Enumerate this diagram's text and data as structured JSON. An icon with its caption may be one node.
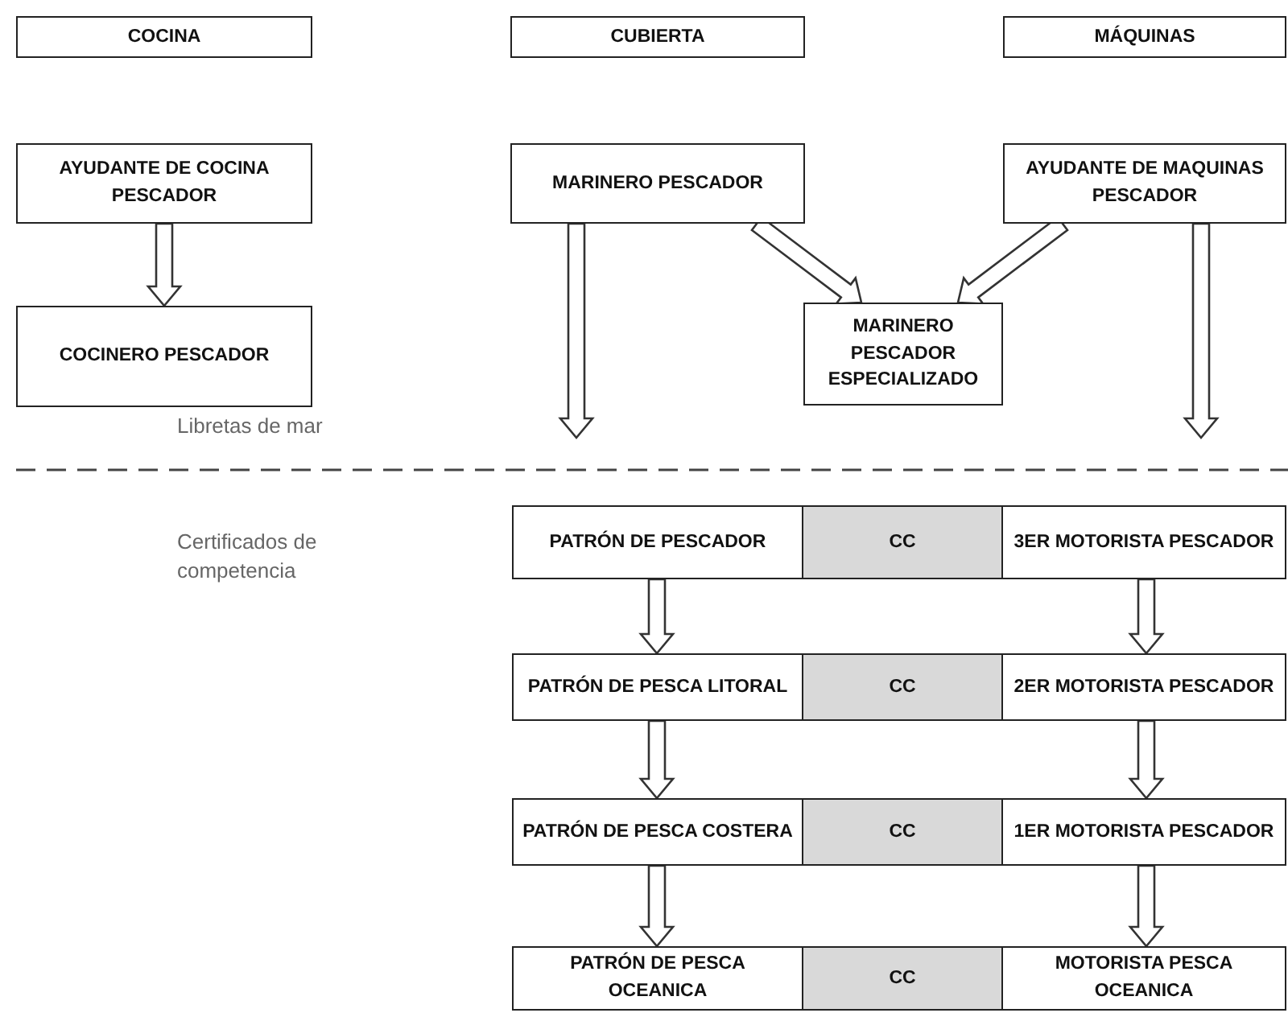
{
  "diagram": {
    "nodes": [
      {
        "text": [
          "COCINA"
        ]
      },
      {
        "text": [
          "CUBIERTA"
        ]
      },
      {
        "text": [
          "MÁQUINAS"
        ]
      },
      {
        "text": [
          "AYUDANTE DE COCINA PESCADOR"
        ]
      },
      {
        "text": [
          "MARINERO PESCADOR"
        ]
      },
      {
        "text": [
          "AYUDANTE DE MAQUINAS PESCADOR"
        ]
      },
      {
        "text": [
          "COCINERO PESCADOR"
        ]
      },
      {
        "text": [
          "MARINERO PESCADOR ESPECIALIZADO"
        ]
      },
      {
        "text": [
          "PATRÓN DE PESCADOR"
        ]
      },
      {
        "text": [
          "CC"
        ]
      },
      {
        "text": [
          "3ER MOTORISTA PESCADOR"
        ]
      },
      {
        "text": [
          "PATRÓN DE PESCA LITORAL"
        ]
      },
      {
        "text": [
          "CC"
        ]
      },
      {
        "text": [
          "2ER MOTORISTA PESCADOR"
        ]
      },
      {
        "text": [
          "PATRÓN DE PESCA COSTERA"
        ]
      },
      {
        "text": [
          "CC"
        ]
      },
      {
        "text": [
          "1ER MOTORISTA PESCADOR"
        ]
      },
      {
        "text": [
          "PATRÓN DE PESCA OCEANICA"
        ]
      },
      {
        "text": [
          "CC"
        ]
      },
      {
        "text": [
          "MOTORISTA PESCA OCEANICA"
        ]
      }
    ],
    "edges": [
      {
        "from": 3,
        "to": 6,
        "arrow": "to"
      },
      {
        "from": 4,
        "to": 7,
        "arrow": "to"
      },
      {
        "from": 5,
        "to": 7,
        "arrow": "to"
      },
      {
        "from": 4,
        "to": null,
        "arrow": "to"
      },
      {
        "from": 5,
        "to": null,
        "arrow": "to"
      },
      {
        "from": 8,
        "to": 11,
        "arrow": "to"
      },
      {
        "from": 11,
        "to": 14,
        "arrow": "to"
      },
      {
        "from": 14,
        "to": 17,
        "arrow": "to"
      },
      {
        "from": 10,
        "to": 13,
        "arrow": "to"
      },
      {
        "from": 13,
        "to": 16,
        "arrow": "to"
      },
      {
        "from": 16,
        "to": 19,
        "arrow": "to"
      }
    ],
    "labels": [
      "Libretas de mar",
      "Certificados de competencia"
    ]
  }
}
